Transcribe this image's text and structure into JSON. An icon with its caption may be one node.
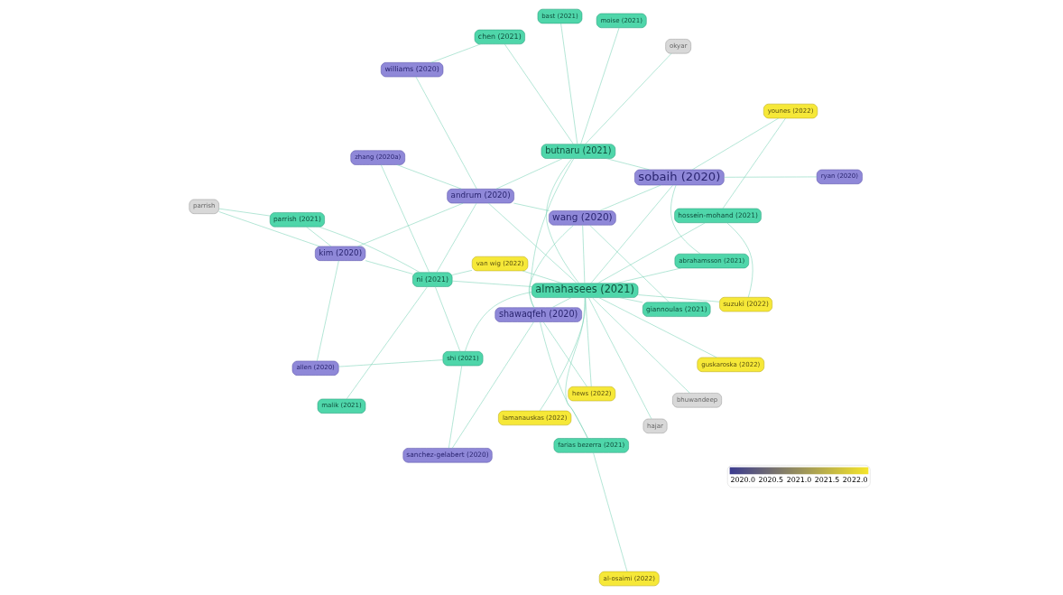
{
  "diagram": {
    "nodes": [
      {
        "text": [
          "al-osaimi (2022)"
        ]
      },
      {
        "text": [
          "farias bezerra (2021)"
        ]
      },
      {
        "text": [
          "shawaqfeh (2020)"
        ]
      },
      {
        "text": [
          "sanchez-gelabert (2020)"
        ]
      },
      {
        "text": [
          "hews (2022)"
        ]
      },
      {
        "text": [
          "allen (2020)"
        ]
      },
      {
        "text": [
          "shi (2021)"
        ]
      },
      {
        "text": [
          "giannoulas (2021)"
        ]
      },
      {
        "text": [
          "wang (2020)"
        ]
      },
      {
        "text": [
          "suzuki (2022)"
        ]
      },
      {
        "text": [
          "hajar"
        ]
      },
      {
        "text": [
          "hossein-mohand (2021)"
        ]
      },
      {
        "text": [
          "bhuwandeep"
        ]
      },
      {
        "text": [
          "guskaroska (2022)"
        ]
      },
      {
        "text": [
          "van wig (2022)"
        ]
      },
      {
        "text": [
          "ni (2021)"
        ]
      },
      {
        "text": [
          "malik (2021)"
        ]
      },
      {
        "text": [
          "younes (2022)"
        ]
      },
      {
        "text": [
          "almahasees (2021)"
        ]
      },
      {
        "text": [
          "zhang (2020a)"
        ]
      },
      {
        "text": [
          "lamanauskas (2022)"
        ]
      },
      {
        "text": [
          "bast (2021)"
        ]
      },
      {
        "text": [
          "butnaru (2021)"
        ]
      },
      {
        "text": [
          "andrum (2020)"
        ]
      },
      {
        "text": [
          "okyar"
        ]
      },
      {
        "text": [
          "sobaih (2020)"
        ]
      },
      {
        "text": [
          "abrahamsson (2021)"
        ]
      },
      {
        "text": [
          "moise (2021)"
        ]
      },
      {
        "text": [
          "kim (2020)"
        ]
      },
      {
        "text": [
          "ryan (2020)"
        ]
      },
      {
        "text": [
          "parrish"
        ]
      },
      {
        "text": [
          "chen (2021)"
        ]
      },
      {
        "text": [
          "williams (2020)"
        ]
      },
      {
        "text": [
          "parrish (2021)"
        ]
      }
    ],
    "edges": [
      {
        "from": 0,
        "to": 1,
        "arrow": "none"
      },
      {
        "from": 1,
        "to": 2,
        "arrow": "none"
      },
      {
        "from": 1,
        "to": 18,
        "arrow": "none"
      },
      {
        "from": 2,
        "to": 8,
        "arrow": "none"
      },
      {
        "from": 2,
        "to": 18,
        "arrow": "none"
      },
      {
        "from": 2,
        "to": 22,
        "arrow": "none"
      },
      {
        "from": 3,
        "to": 6,
        "arrow": "none"
      },
      {
        "from": 3,
        "to": 2,
        "arrow": "none"
      },
      {
        "from": 5,
        "to": 6,
        "arrow": "none"
      },
      {
        "from": 5,
        "to": 28,
        "arrow": "none"
      },
      {
        "from": 6,
        "to": 15,
        "arrow": "none"
      },
      {
        "from": 6,
        "to": 18,
        "arrow": "none"
      },
      {
        "from": 4,
        "to": 2,
        "arrow": "none"
      },
      {
        "from": 4,
        "to": 18,
        "arrow": "none"
      },
      {
        "from": 7,
        "to": 18,
        "arrow": "none"
      },
      {
        "from": 7,
        "to": 8,
        "arrow": "none"
      },
      {
        "from": 9,
        "to": 11,
        "arrow": "none"
      },
      {
        "from": 11,
        "to": 18,
        "arrow": "none"
      },
      {
        "from": 11,
        "to": 17,
        "arrow": "none"
      },
      {
        "from": 9,
        "to": 18,
        "arrow": "none"
      },
      {
        "from": 10,
        "to": 18,
        "arrow": "none"
      },
      {
        "from": 12,
        "to": 18,
        "arrow": "none"
      },
      {
        "from": 13,
        "to": 18,
        "arrow": "none"
      },
      {
        "from": 14,
        "to": 18,
        "arrow": "none"
      },
      {
        "from": 14,
        "to": 15,
        "arrow": "none"
      },
      {
        "from": 15,
        "to": 16,
        "arrow": "none"
      },
      {
        "from": 15,
        "to": 19,
        "arrow": "none"
      },
      {
        "from": 15,
        "to": 18,
        "arrow": "none"
      },
      {
        "from": 15,
        "to": 23,
        "arrow": "none"
      },
      {
        "from": 15,
        "to": 28,
        "arrow": "none"
      },
      {
        "from": 17,
        "to": 25,
        "arrow": "none"
      },
      {
        "from": 18,
        "to": 25,
        "arrow": "none"
      },
      {
        "from": 18,
        "to": 22,
        "arrow": "none"
      },
      {
        "from": 18,
        "to": 23,
        "arrow": "none"
      },
      {
        "from": 18,
        "to": 8,
        "arrow": "none"
      },
      {
        "from": 19,
        "to": 23,
        "arrow": "none"
      },
      {
        "from": 20,
        "to": 18,
        "arrow": "none"
      },
      {
        "from": 21,
        "to": 22,
        "arrow": "none"
      },
      {
        "from": 22,
        "to": 25,
        "arrow": "none"
      },
      {
        "from": 22,
        "to": 23,
        "arrow": "none"
      },
      {
        "from": 24,
        "to": 22,
        "arrow": "none"
      },
      {
        "from": 26,
        "to": 25,
        "arrow": "none"
      },
      {
        "from": 26,
        "to": 18,
        "arrow": "none"
      },
      {
        "from": 27,
        "to": 22,
        "arrow": "none"
      },
      {
        "from": 28,
        "to": 23,
        "arrow": "none"
      },
      {
        "from": 28,
        "to": 33,
        "arrow": "none"
      },
      {
        "from": 29,
        "to": 25,
        "arrow": "none"
      },
      {
        "from": 30,
        "to": 28,
        "arrow": "none"
      },
      {
        "from": 30,
        "to": 33,
        "arrow": "none"
      },
      {
        "from": 31,
        "to": 22,
        "arrow": "none"
      },
      {
        "from": 31,
        "to": 32,
        "arrow": "none"
      },
      {
        "from": 32,
        "to": 23,
        "arrow": "none"
      },
      {
        "from": 33,
        "to": 15,
        "arrow": "none"
      },
      {
        "from": 8,
        "to": 23,
        "arrow": "none"
      },
      {
        "from": 8,
        "to": 25,
        "arrow": "none"
      }
    ],
    "labels": [
      "2020.0",
      "2020.5",
      "2021.0",
      "2021.5",
      "2022.0"
    ]
  }
}
